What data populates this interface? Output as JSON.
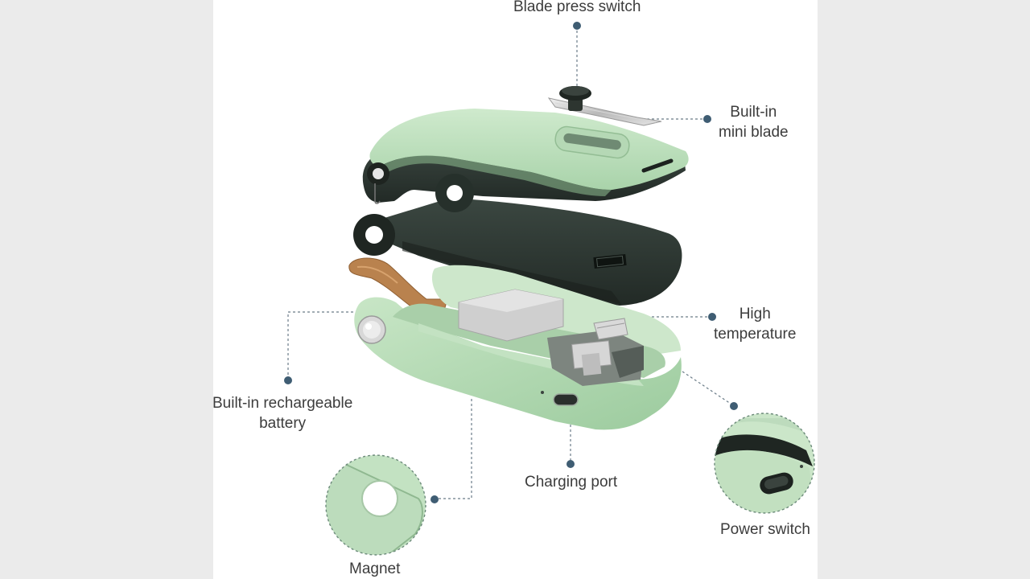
{
  "labels": {
    "blade_press_switch": "Blade press switch",
    "builtin_mini_blade": [
      "Built-in",
      "mini blade"
    ],
    "high_temperature": [
      "High",
      "temperature"
    ],
    "builtin_rechargeable_battery": [
      "Built-in rechargeable",
      "battery"
    ],
    "charging_port": "Charging port",
    "power_switch": "Power switch",
    "magnet": "Magnet"
  },
  "colors": {
    "page_background": "#ebebeb",
    "panel_background": "#ffffff",
    "shell_green": "#bfe3bf",
    "shell_green_dark": "#9fcaa0",
    "dark_frame": "#2f3a34",
    "callout_dot": "#3f5d73",
    "copper_strip": "#b9824e",
    "label_text": "#3c3c3c"
  }
}
